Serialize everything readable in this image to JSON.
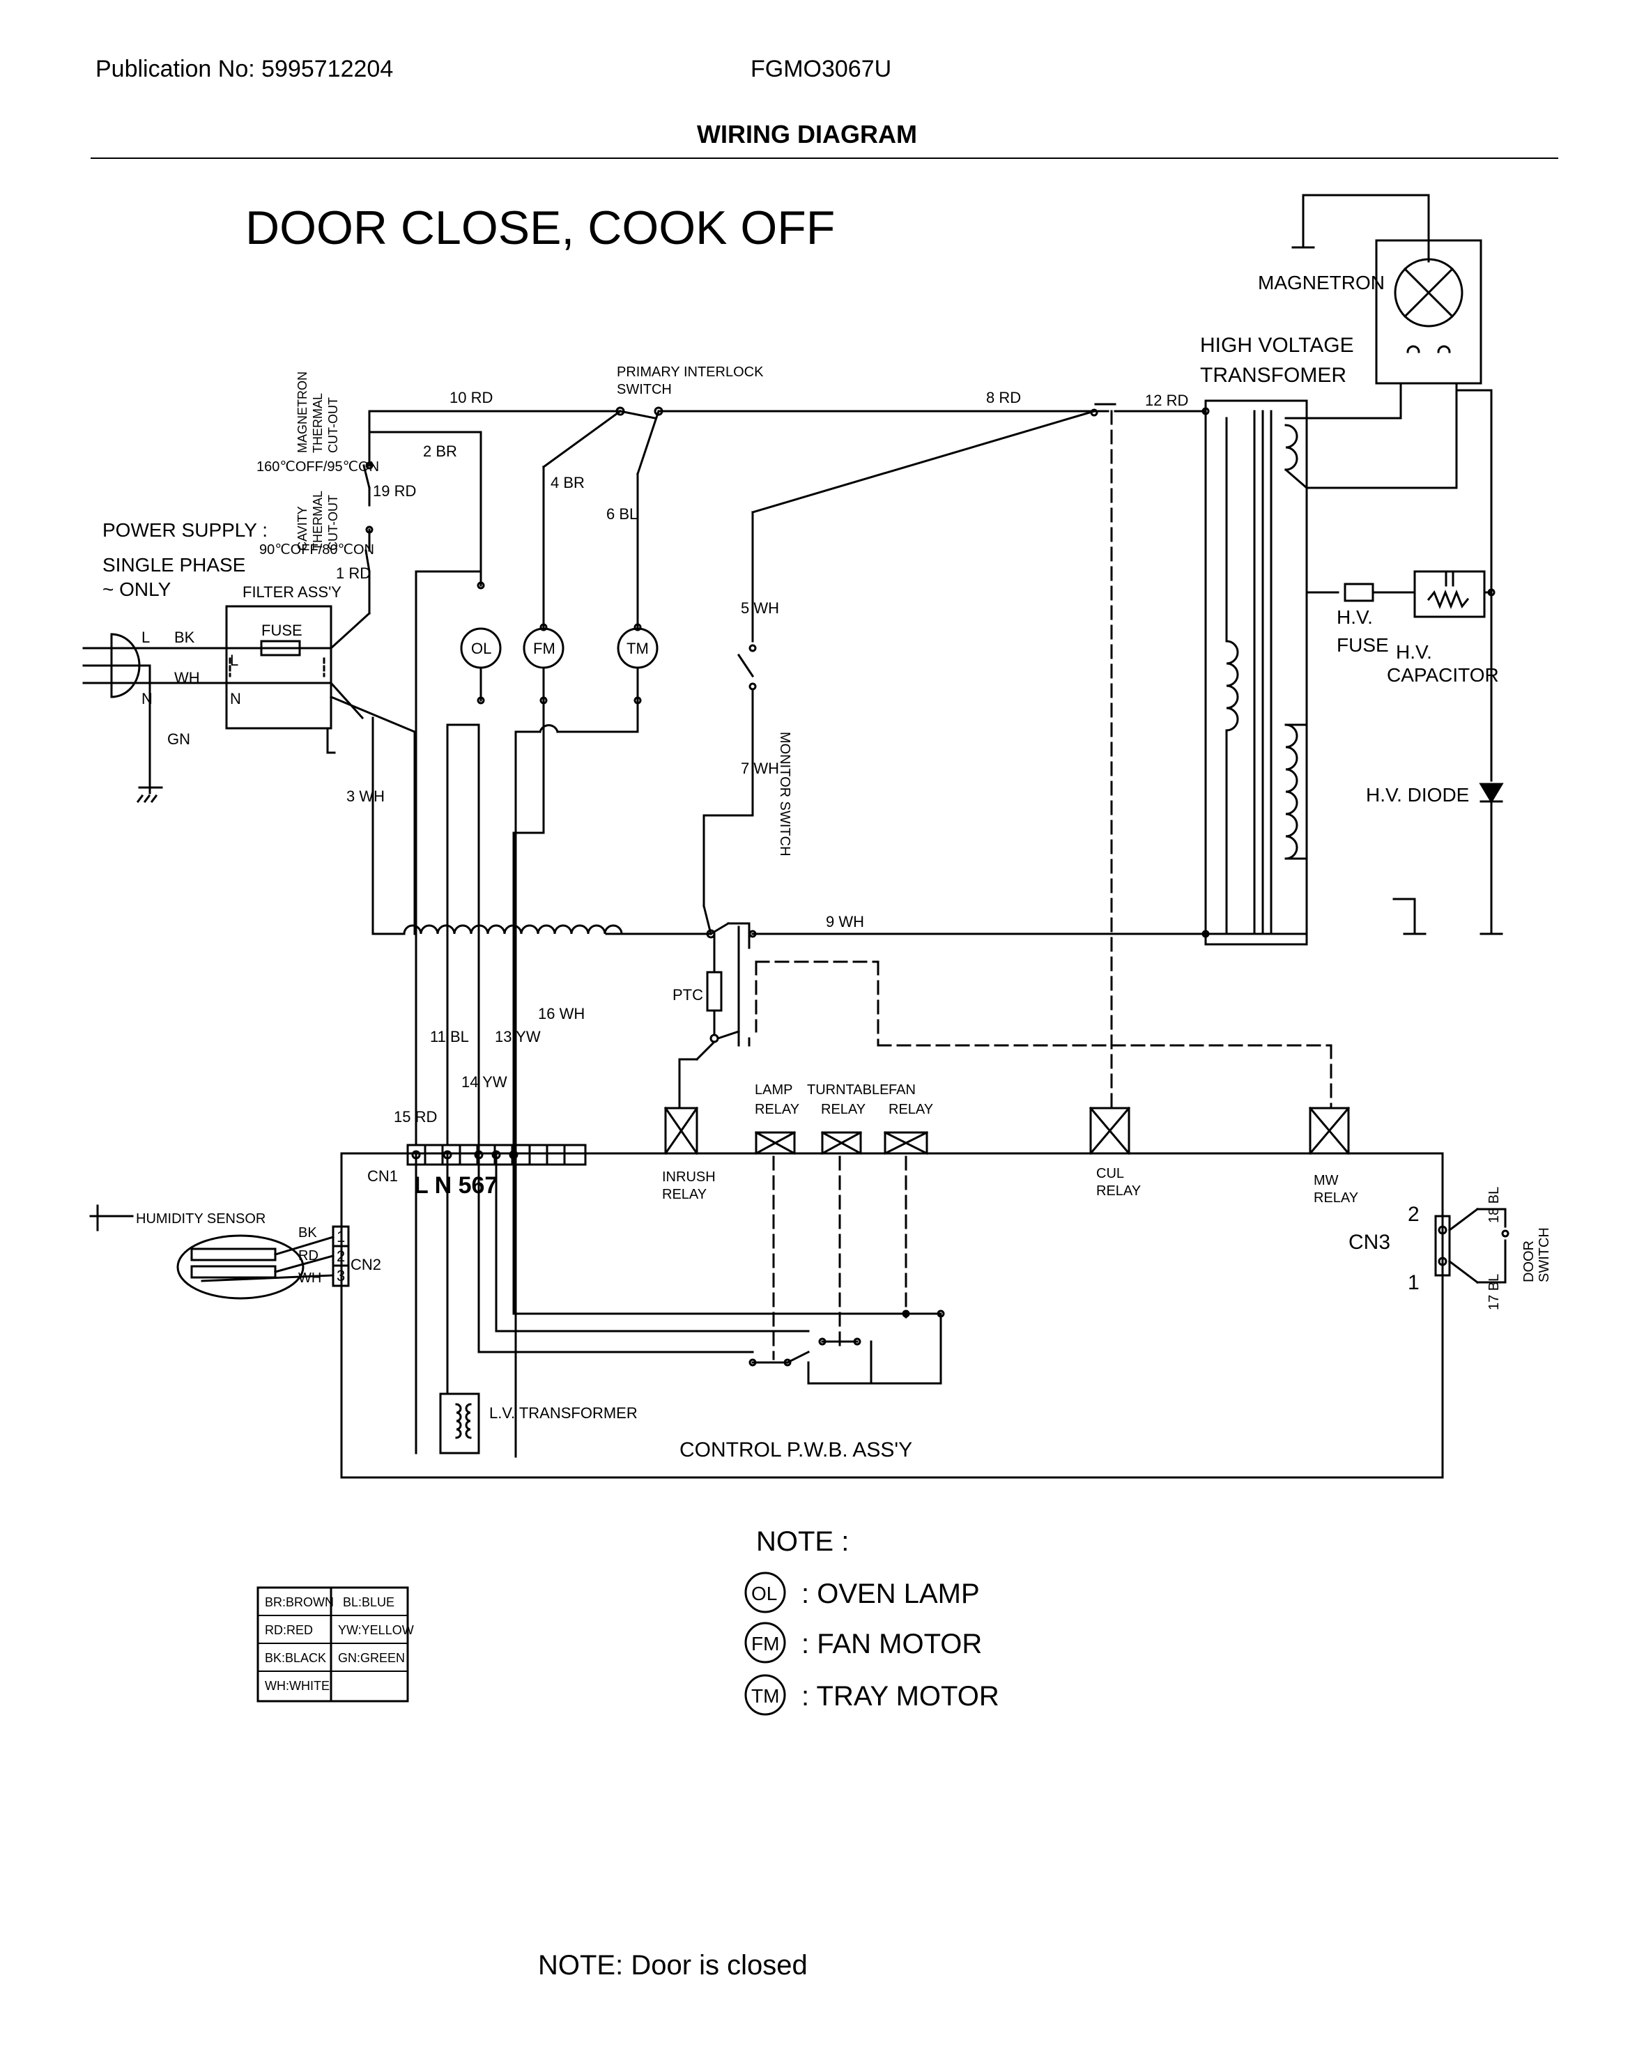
{
  "header": {
    "publication": "Publication No: 5995712204",
    "model": "FGMO3067U",
    "section": "WIRING DIAGRAM"
  },
  "title": "DOOR CLOSE, COOK OFF",
  "power": {
    "line1": "POWER SUPPLY :",
    "line2": "SINGLE PHASE",
    "line3": "~ ONLY",
    "L": "L",
    "N": "N",
    "GN": "GN",
    "BK": "BK",
    "WH": "WH"
  },
  "filter": {
    "label": "FILTER ASS'Y",
    "fuse": "FUSE",
    "L": "L",
    "N": "N"
  },
  "cutouts": {
    "magnetron": [
      "MAGNETRON",
      "THERMAL",
      "CUT-OUT"
    ],
    "magnetron_rating": "160℃OFF/95℃ON",
    "cavity": [
      "CAVITY",
      "THERMAL",
      "CUT-OUT"
    ],
    "cavity_rating": "90℃OFF/80℃ON"
  },
  "wires": {
    "w1": "1 RD",
    "w2": "2 BR",
    "w3": "3 WH",
    "w4": "4 BR",
    "w5": "5 WH",
    "w6": "6 BL",
    "w7": "7 WH",
    "w8": "8 RD",
    "w9": "9 WH",
    "w10": "10 RD",
    "w11": "11 BL",
    "w12": "12 RD",
    "w13": "13 YW",
    "w14": "14 YW",
    "w15": "15 RD",
    "w16": "16 WH",
    "w17": "17 BL",
    "w18": "18 BL",
    "w19": "19 RD"
  },
  "components": {
    "primary_interlock": [
      "PRIMARY INTERLOCK",
      "SWITCH"
    ],
    "monitor_switch": "MONITOR SWITCH",
    "ptc": "PTC",
    "magnetron": "MAGNETRON",
    "hv_transformer": [
      "HIGH VOLTAGE",
      "TRANSFOMER"
    ],
    "hv_fuse": [
      "H.V.",
      "FUSE"
    ],
    "hv_capacitor": [
      "H.V.",
      "CAPACITOR"
    ],
    "hv_diode": "H.V. DIODE",
    "ol": "OL",
    "fm": "FM",
    "tm": "TM",
    "inrush_relay": [
      "INRUSH",
      "RELAY"
    ],
    "lamp_relay": [
      "LAMP",
      "RELAY"
    ],
    "turntable_relay": [
      "TURNTABLE",
      "RELAY"
    ],
    "fan_relay": [
      "FAN",
      "RELAY"
    ],
    "cul_relay": [
      "CUL",
      "RELAY"
    ],
    "mw_relay": [
      "MW",
      "RELAY"
    ],
    "cn1": "CN1",
    "cn1_pins": "L N 567",
    "cn2": "CN2",
    "cn2_pins": [
      "1",
      "2",
      "3"
    ],
    "cn3": "CN3",
    "cn3_pin2": "2",
    "cn3_pin1": "1",
    "door_switch": [
      "DOOR",
      "SWITCH"
    ],
    "humidity": "HUMIDITY SENSOR",
    "hum_BK": "BK",
    "hum_RD": "RD",
    "hum_WH": "WH",
    "lv_transformer": "L.V. TRANSFORMER",
    "pwb": "CONTROL P.W.B. ASS'Y"
  },
  "color_legend": [
    [
      "BR:BROWN",
      "BL:BLUE"
    ],
    [
      "RD:RED",
      "YW:YELLOW"
    ],
    [
      "BK:BLACK",
      "GN:GREEN"
    ],
    [
      "WH:WHITE",
      ""
    ]
  ],
  "note": {
    "heading": "NOTE :",
    "items": [
      {
        "symbol": "OL",
        "text": ": OVEN LAMP"
      },
      {
        "symbol": "FM",
        "text": ": FAN  MOTOR"
      },
      {
        "symbol": "TM",
        "text": ": TRAY MOTOR"
      }
    ]
  },
  "footnote": "NOTE: Door is closed"
}
